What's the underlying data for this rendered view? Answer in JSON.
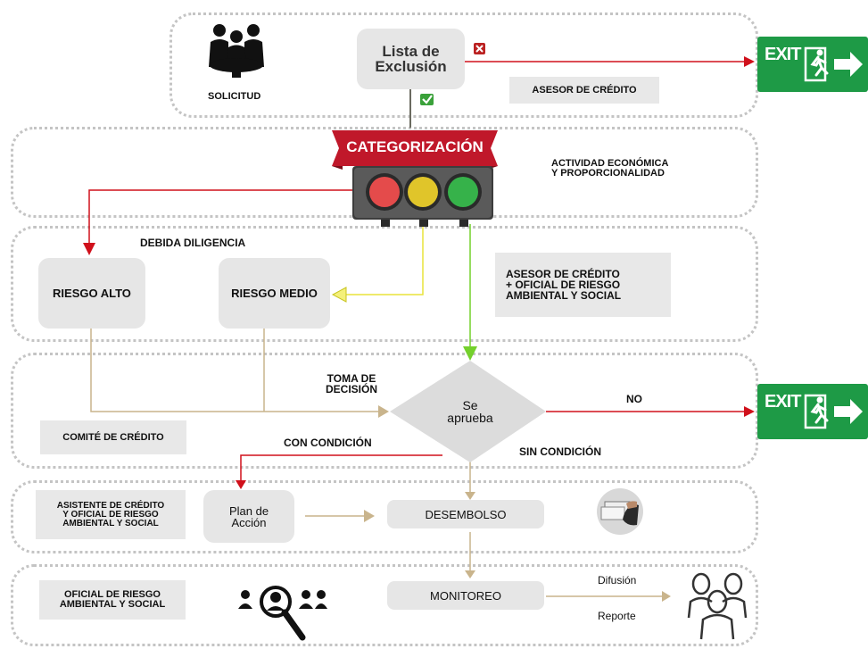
{
  "lanes": {
    "solicitud_label": "SOLICITUD",
    "lista": {
      "line1": "Lista de",
      "line2": "Exclusión"
    },
    "asesor_top": "ASESOR DE CRÉDITO",
    "categorizacion": "CATEGORIZACIÓN",
    "actividad": {
      "line1": "ACTIVIDAD ECONÓMICA",
      "line2": "Y PROPORCIONALIDAD"
    },
    "debida": "DEBIDA DILIGENCIA",
    "riesgo_alto": "RIESGO ALTO",
    "riesgo_medio": "RIESGO MEDIO",
    "asesor_oficial": {
      "line1": "ASESOR DE CRÉDITO",
      "line2": "+ OFICIAL DE RIESGO",
      "line3": "AMBIENTAL Y SOCIAL"
    },
    "toma": {
      "line1": "TOMA DE",
      "line2": "DECISIÓN"
    },
    "se_aprueba": {
      "line1": "Se",
      "line2": "aprueba"
    },
    "no": "NO",
    "comite": "COMITÉ DE CRÉDITO",
    "con_condicion": "CON CONDICIÓN",
    "sin_condicion": "SIN CONDICIÓN",
    "asistente": {
      "line1": "ASISTENTE DE CRÉDITO",
      "line2": "Y OFICIAL DE RIESGO",
      "line3": "AMBIENTAL Y SOCIAL"
    },
    "plan": {
      "line1": "Plan de",
      "line2": "Acción"
    },
    "desembolso": "DESEMBOLSO",
    "oficial": {
      "line1": "OFICIAL DE RIESGO",
      "line2": "AMBIENTAL Y SOCIAL"
    },
    "monitoreo": "MONITOREO",
    "difusion": "Difusión",
    "reporte": "Reporte"
  },
  "exit": {
    "label": "EXIT"
  },
  "colors": {
    "red": "#d0101b",
    "yellow": "#e8e43a",
    "green": "#74d02c",
    "tan": "#c9b48c",
    "exit_green": "#1e9a46",
    "banner": "#c0182a"
  }
}
